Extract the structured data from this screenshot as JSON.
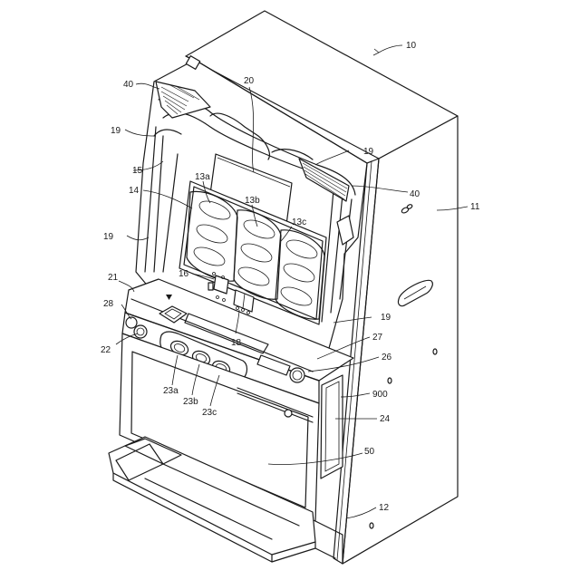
{
  "figure": {
    "callouts": [
      {
        "id": "ref-10",
        "text": "10"
      },
      {
        "id": "ref-11",
        "text": "11"
      },
      {
        "id": "ref-12",
        "text": "12"
      },
      {
        "id": "ref-13a",
        "text": "13a"
      },
      {
        "id": "ref-13b",
        "text": "13b"
      },
      {
        "id": "ref-13c",
        "text": "13c"
      },
      {
        "id": "ref-14",
        "text": "14"
      },
      {
        "id": "ref-15",
        "text": "15"
      },
      {
        "id": "ref-16",
        "text": "16"
      },
      {
        "id": "ref-18",
        "text": "18"
      },
      {
        "id": "ref-19a",
        "text": "19"
      },
      {
        "id": "ref-19b",
        "text": "19"
      },
      {
        "id": "ref-19c",
        "text": "19"
      },
      {
        "id": "ref-19d",
        "text": "19"
      },
      {
        "id": "ref-20",
        "text": "20"
      },
      {
        "id": "ref-21",
        "text": "21"
      },
      {
        "id": "ref-22",
        "text": "22"
      },
      {
        "id": "ref-23a",
        "text": "23a"
      },
      {
        "id": "ref-23b",
        "text": "23b"
      },
      {
        "id": "ref-23c",
        "text": "23c"
      },
      {
        "id": "ref-24",
        "text": "24"
      },
      {
        "id": "ref-26",
        "text": "26"
      },
      {
        "id": "ref-27",
        "text": "27"
      },
      {
        "id": "ref-28",
        "text": "28"
      },
      {
        "id": "ref-40a",
        "text": "40"
      },
      {
        "id": "ref-40b",
        "text": "40"
      },
      {
        "id": "ref-50",
        "text": "50"
      },
      {
        "id": "ref-900",
        "text": "900"
      }
    ]
  }
}
